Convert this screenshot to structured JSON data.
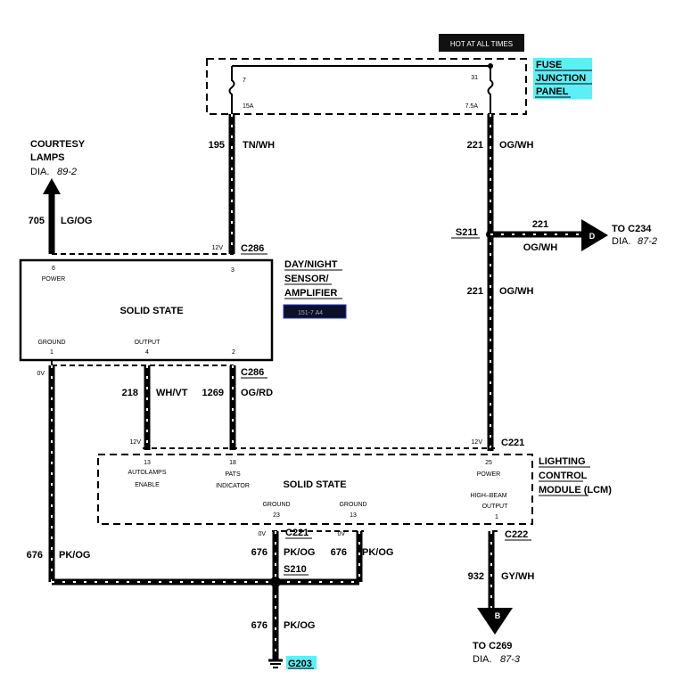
{
  "hot_banner": "HOT AT ALL TIMES",
  "fuse_panel": {
    "line1": "FUSE",
    "line2": "JUNCTION",
    "line3": "PANEL",
    "highlight": "#5cf0f6",
    "fuse_a": {
      "num": "7",
      "amps": "15A"
    },
    "fuse_b": {
      "num": "31",
      "amps": "7.5A"
    }
  },
  "courtesy": {
    "line1": "COURTESY",
    "line2": "LAMPS",
    "dia": "DIA.",
    "ref": "89-2"
  },
  "wires": {
    "w195": {
      "num": "195",
      "color": "TN/WH"
    },
    "w221a": {
      "num": "221",
      "color": "OG/WH"
    },
    "w705": {
      "num": "705",
      "color": "LG/OG"
    },
    "w221b": {
      "num": "221",
      "color": "OG/WH"
    },
    "w221c": {
      "num": "221",
      "color": "OG/WH"
    },
    "w218": {
      "num": "218",
      "color": "WH/VT"
    },
    "w1269": {
      "num": "1269",
      "color": "OG/RD"
    },
    "w676a": {
      "num": "676",
      "color": "PK/OG"
    },
    "w676b": {
      "num": "676",
      "color": "PK/OG"
    },
    "w676c": {
      "num": "676",
      "color": "PK/OG"
    },
    "w676d": {
      "num": "676",
      "color": "PK/OG"
    },
    "w932": {
      "num": "932",
      "color": "GY/WH"
    }
  },
  "splices": {
    "s211": "S211",
    "s210": "S210"
  },
  "to_c234": {
    "letter": "D",
    "to": "TO C234",
    "dia": "DIA.",
    "ref": "87-2"
  },
  "to_c269": {
    "letter": "B",
    "to": "TO C269",
    "dia": "DIA.",
    "ref": "87-3"
  },
  "sensor": {
    "title1": "DAY/NIGHT",
    "title2": "SENSOR/",
    "title3": "AMPLIFIER",
    "ref": "151-7 A4",
    "body": "SOLID STATE",
    "pin6": "6",
    "pin6_label": "POWER",
    "pin3": "3",
    "pin1": "1",
    "pin1_label": "GROUND",
    "pin4": "4",
    "pin4_label": "OUTPUT",
    "pin2": "2"
  },
  "connectors": {
    "c286a": "C286",
    "c286b": "C286",
    "c221a": "C221",
    "c221b": "C221",
    "c222": "C222"
  },
  "voltages": {
    "v12a": "12V",
    "v0a": "0V",
    "v12b": "12V",
    "v12c": "12V",
    "v0b": "0V",
    "v0c": "0V"
  },
  "lcm": {
    "title1": "LIGHTING",
    "title2": "CONTROL",
    "title3": "MODULE (LCM)",
    "body": "SOLID STATE",
    "pin13a": "13",
    "pin13a_l1": "AUTOLAMPS",
    "pin13a_l2": "ENABLE",
    "pin18": "18",
    "pin18_l1": "PATS",
    "pin18_l2": "INDICATOR",
    "pin25": "25",
    "pin25_label": "POWER",
    "pin23": "23",
    "pin23_label": "GROUND",
    "pin13b": "13",
    "pin13b_label": "GROUND",
    "pin1": "1",
    "pin1_l1": "HIGH–BEAM",
    "pin1_l2": "OUTPUT"
  },
  "ground": {
    "label": "G203",
    "highlight": "#5cf0f6"
  }
}
